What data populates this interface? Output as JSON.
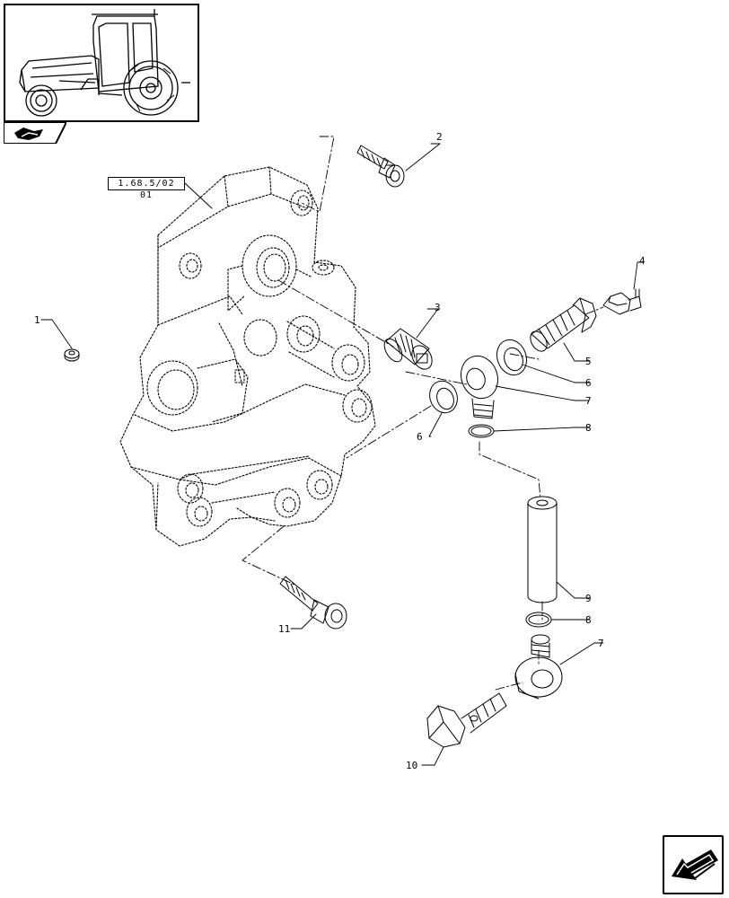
{
  "reference_label": "1.68.5/02 01",
  "callouts": [
    {
      "id": "c1",
      "text": "1"
    },
    {
      "id": "c2",
      "text": "2"
    },
    {
      "id": "c3",
      "text": "3"
    },
    {
      "id": "c4",
      "text": "4"
    },
    {
      "id": "c5",
      "text": "5"
    },
    {
      "id": "c6a",
      "text": "6"
    },
    {
      "id": "c6b",
      "text": "6"
    },
    {
      "id": "c7a",
      "text": "7"
    },
    {
      "id": "c7b",
      "text": "7"
    },
    {
      "id": "c8a",
      "text": "8"
    },
    {
      "id": "c8b",
      "text": "8"
    },
    {
      "id": "c9",
      "text": "9"
    },
    {
      "id": "c10",
      "text": "10"
    },
    {
      "id": "c11",
      "text": "11"
    }
  ],
  "icons": {
    "thumbnail": "tractor-thumbnail-icon",
    "section_tab": "book-arrow-icon",
    "navigation": "next-page-arrow-icon"
  }
}
